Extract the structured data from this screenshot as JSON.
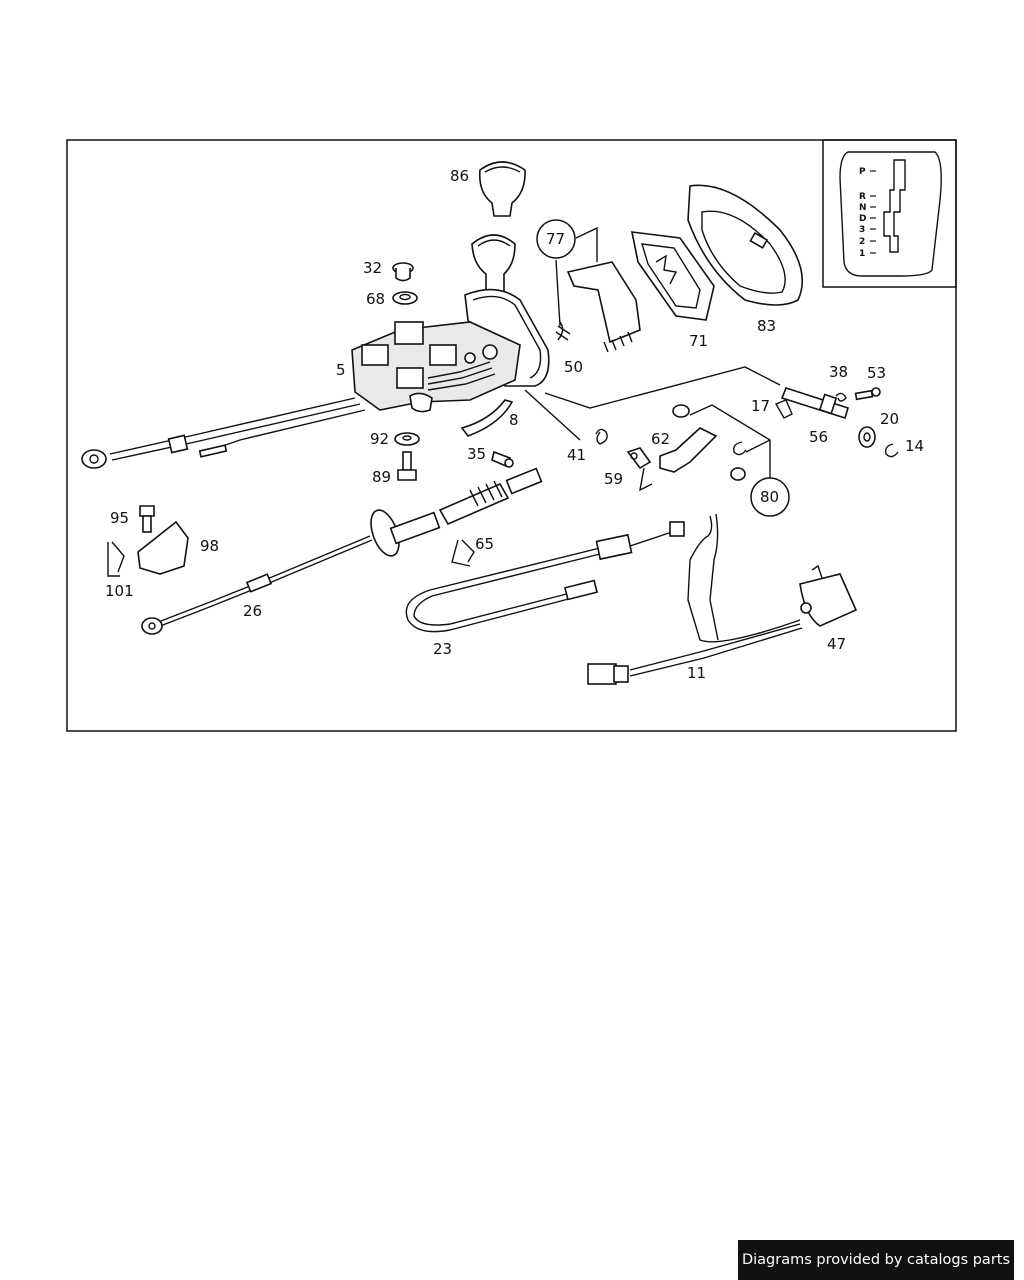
{
  "footer": {
    "text": "Diagrams provided by catalogs parts"
  },
  "diagram": {
    "part_labels": [
      "86",
      "32",
      "68",
      "5",
      "8",
      "92",
      "35",
      "89",
      "95",
      "98",
      "101",
      "26",
      "65",
      "23",
      "41",
      "59",
      "62",
      "17",
      "38",
      "53",
      "20",
      "56",
      "14",
      "77",
      "50",
      "71",
      "83",
      "80",
      "11",
      "47"
    ],
    "circled_labels": [
      "77",
      "80"
    ],
    "gate_positions": [
      "P",
      "R",
      "N",
      "D",
      "3",
      "2",
      "1"
    ]
  }
}
